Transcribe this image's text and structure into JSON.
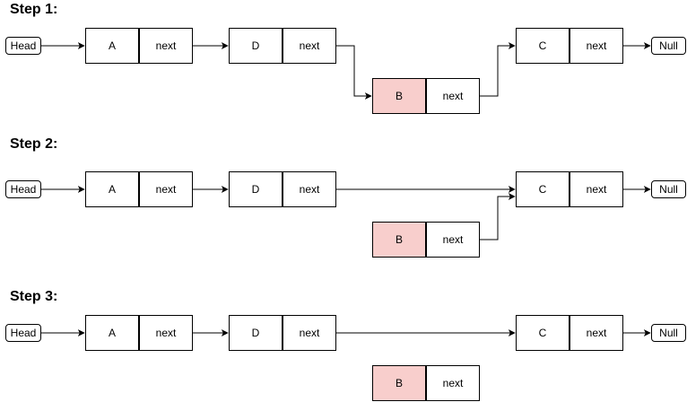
{
  "colors": {
    "highlight": "#f8cecc",
    "stroke": "#000000",
    "background": "#ffffff"
  },
  "steps": [
    {
      "title": "Step 1:",
      "head": "Head",
      "null": "Null",
      "nodes": [
        {
          "value": "A",
          "next": "next"
        },
        {
          "value": "D",
          "next": "next"
        },
        {
          "value": "B",
          "next": "next",
          "highlight": true
        },
        {
          "value": "C",
          "next": "next"
        }
      ]
    },
    {
      "title": "Step 2:",
      "head": "Head",
      "null": "Null",
      "nodes": [
        {
          "value": "A",
          "next": "next"
        },
        {
          "value": "D",
          "next": "next"
        },
        {
          "value": "B",
          "next": "next",
          "highlight": true
        },
        {
          "value": "C",
          "next": "next"
        }
      ]
    },
    {
      "title": "Step 3:",
      "head": "Head",
      "null": "Null",
      "nodes": [
        {
          "value": "A",
          "next": "next"
        },
        {
          "value": "D",
          "next": "next"
        },
        {
          "value": "B",
          "next": "next",
          "highlight": true
        },
        {
          "value": "C",
          "next": "next"
        }
      ]
    }
  ]
}
